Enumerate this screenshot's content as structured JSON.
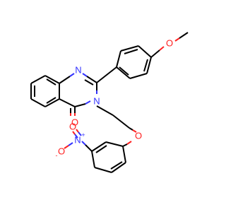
{
  "molecule": {
    "atoms": {
      "n1": {
        "symbol": "N",
        "color": "#3333ff"
      },
      "n3": {
        "symbol": "N",
        "color": "#3333ff"
      },
      "o_carbonyl": {
        "symbol": "O",
        "color": "#ff2020"
      },
      "o_ether": {
        "symbol": "O",
        "color": "#ff2020"
      },
      "o_methoxy": {
        "symbol": "O",
        "color": "#ff2020"
      },
      "n_nitro": {
        "symbol": "N",
        "charge": "+",
        "color": "#3333ff"
      },
      "o_nitro_minus": {
        "symbol": "O",
        "charge": "-",
        "color": "#ff2020"
      },
      "o_nitro_double": {
        "symbol": "O",
        "color": "#ff2020"
      }
    }
  }
}
